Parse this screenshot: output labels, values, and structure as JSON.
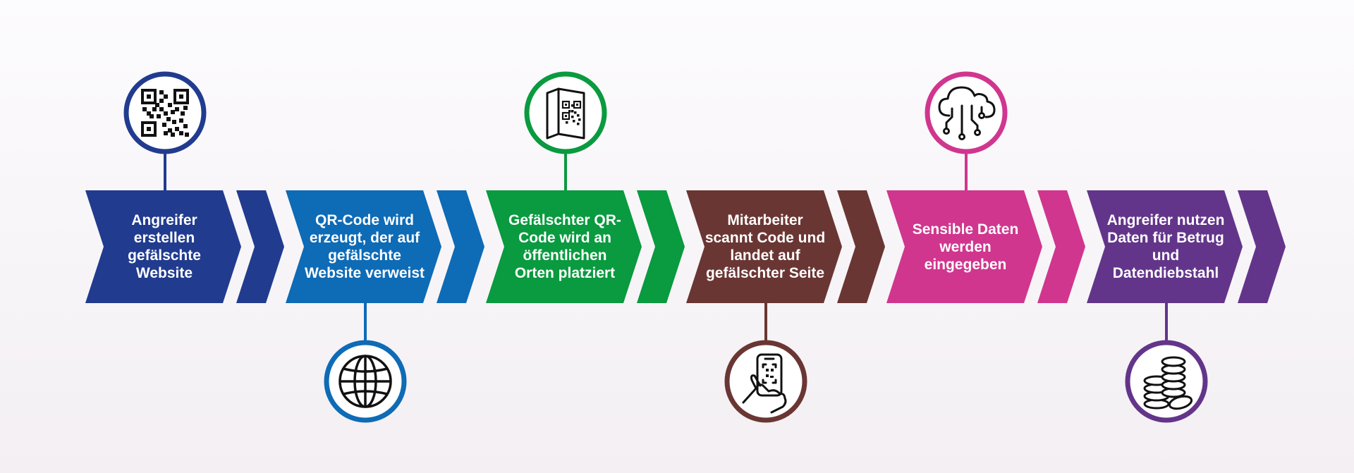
{
  "steps": [
    {
      "id": "step-1",
      "label": "Angreifer erstellen gefälschte Website",
      "color": "#213b8f",
      "icon": "qr-code-icon",
      "icon_position": "top"
    },
    {
      "id": "step-2",
      "label": "QR-Code wird erzeugt, der auf gefälschte Website verweist",
      "color": "#0e6bb6",
      "icon": "globe-icon",
      "icon_position": "bottom"
    },
    {
      "id": "step-3",
      "label": "Gefälschter QR-Code wird an öffentlichen Orten platziert",
      "color": "#0a9a3f",
      "icon": "qr-flyer-icon",
      "icon_position": "top"
    },
    {
      "id": "step-4",
      "label": "Mitarbeiter scannt Code und landet auf gefälschter Seite",
      "color": "#6a3633",
      "icon": "phone-scan-icon",
      "icon_position": "bottom"
    },
    {
      "id": "step-5",
      "label": "Sensible Daten werden eingegeben",
      "color": "#d0368e",
      "icon": "cloud-data-icon",
      "icon_position": "top"
    },
    {
      "id": "step-6",
      "label": "Angreifer nutzen Daten für Betrug und Datendiebstahl",
      "color": "#63358a",
      "icon": "coins-icon",
      "icon_position": "bottom"
    }
  ]
}
